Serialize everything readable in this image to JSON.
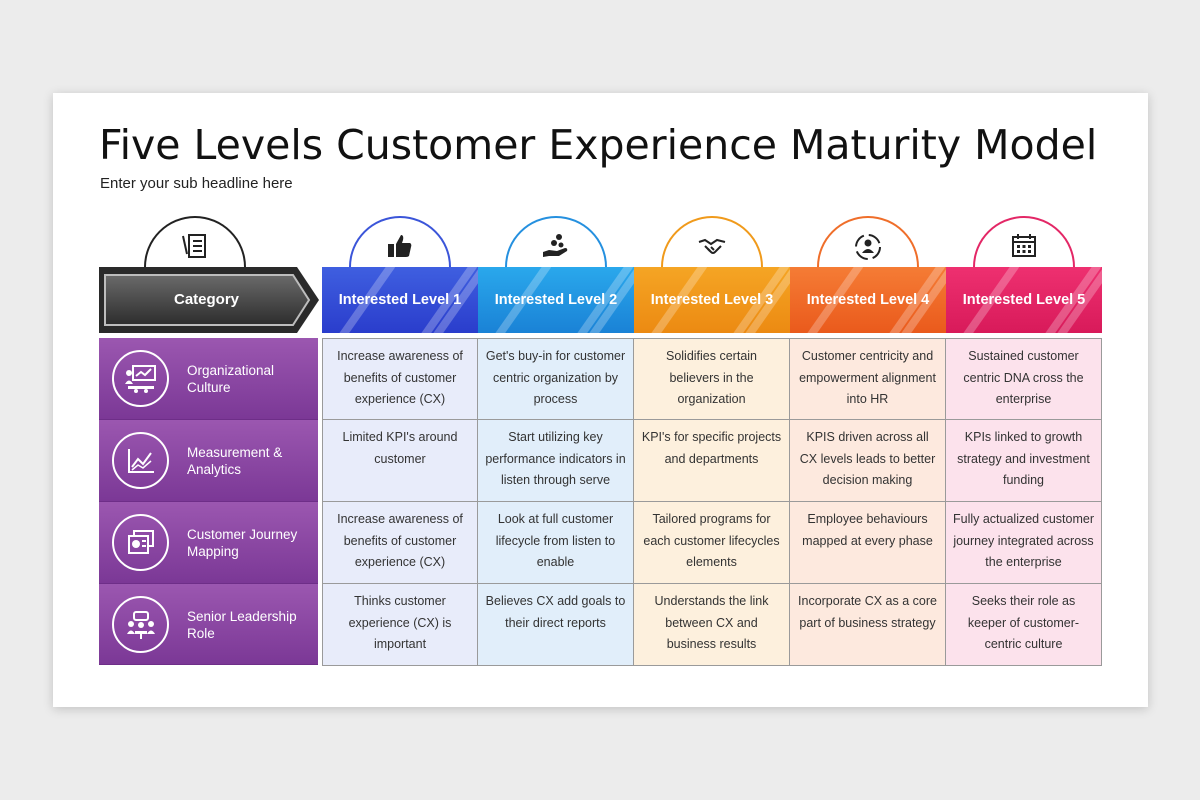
{
  "title": "Five Levels Customer Experience Maturity Model",
  "subtitle": "Enter your sub headline here",
  "category_header": "Category",
  "levels": [
    {
      "label": "Interested Level 1",
      "color_from": "#3f5fe0",
      "color_to": "#2a3dcc",
      "accent": "#3b55d9",
      "cell_bg": "#e8ecfa",
      "icon": "thumbs-up-icon"
    },
    {
      "label": "Interested Level 2",
      "color_from": "#2aa8ec",
      "color_to": "#1a82d6",
      "accent": "#2590df",
      "cell_bg": "#e1eefa",
      "icon": "hand-money-icon"
    },
    {
      "label": "Interested Level 3",
      "color_from": "#f5a524",
      "color_to": "#ec8a12",
      "accent": "#f09a1b",
      "cell_bg": "#fdf0dd",
      "icon": "handshake-icon"
    },
    {
      "label": "Interested Level 4",
      "color_from": "#f57c35",
      "color_to": "#ea5a1c",
      "accent": "#ef6e2a",
      "cell_bg": "#fde9de",
      "icon": "people-cycle-icon"
    },
    {
      "label": "Interested Level 5",
      "color_from": "#ee3070",
      "color_to": "#d81a5a",
      "accent": "#e32766",
      "cell_bg": "#fce2ec",
      "icon": "calendar-icon"
    }
  ],
  "categories": [
    {
      "label": "Organizational Culture",
      "icon": "presentation-icon"
    },
    {
      "label": "Measurement & Analytics",
      "icon": "chart-icon"
    },
    {
      "label": "Customer Journey Mapping",
      "icon": "documents-icon"
    },
    {
      "label": "Senior Leadership Role",
      "icon": "meeting-icon"
    }
  ],
  "cells": [
    [
      "Increase awareness of benefits of customer experience (CX)",
      "Get's buy-in for customer centric organization by process",
      "Solidifies certain believers in the organization",
      "Customer centricity and empowerment alignment into HR",
      "Sustained customer centric DNA cross the enterprise"
    ],
    [
      "Limited KPI's around customer",
      "Start utilizing key performance indicators in listen through serve",
      "KPI's for specific projects and departments",
      "KPIS driven across all CX levels leads to better decision making",
      "KPIs linked to growth strategy and investment funding"
    ],
    [
      "Increase awareness of benefits of customer experience (CX)",
      "Look at full customer lifecycle from listen to enable",
      "Tailored programs for each customer lifecycles elements",
      "Employee behaviours mapped at every phase",
      "Fully actualized customer journey integrated across the enterprise"
    ],
    [
      "Thinks customer experience (CX) is important",
      "Believes CX add goals to their direct reports",
      "Understands the link between CX and business results",
      "Incorporate CX as a core part of business strategy",
      "Seeks their role as keeper of customer- centric culture"
    ]
  ],
  "colors": {
    "category_purple": "#8a47a3",
    "category_header_dark": "#3b3b3b"
  }
}
